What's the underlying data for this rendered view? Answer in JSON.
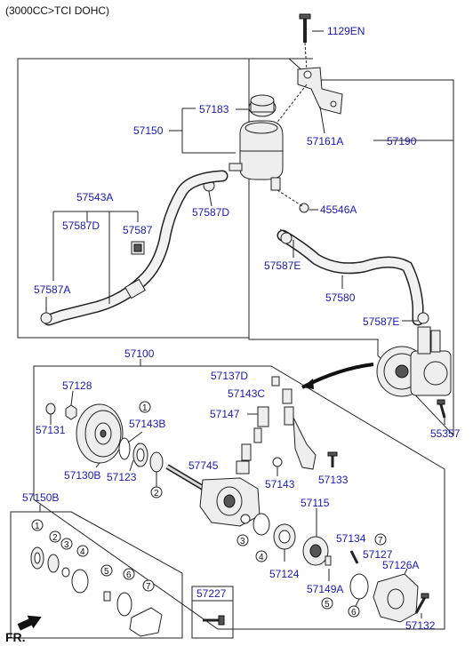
{
  "header": "(3000CC>TCI DOHC)",
  "direction": "FR.",
  "labels": {
    "p1129EN": "1129EN",
    "p57183": "57183",
    "p57150": "57150",
    "p57161A": "57161A",
    "p57190": "57190",
    "p57543A": "57543A",
    "p57587D_left": "57587D",
    "p57587_left": "57587",
    "p57587D_mid": "57587D",
    "p45546A": "45546A",
    "p57587E_top": "57587E",
    "p57587A": "57587A",
    "p57580": "57580",
    "p57587E_low": "57587E",
    "p57100": "57100",
    "p57128": "57128",
    "p57137D": "57137D",
    "p57143C": "57143C",
    "p57131": "57131",
    "p57143B": "57143B",
    "p57147": "57147",
    "p55357": "55357",
    "p57130B": "57130B",
    "p57123": "57123",
    "p57745": "57745",
    "p57143": "57143",
    "p57133": "57133",
    "p57150B": "57150B",
    "p57115": "57115",
    "p57134": "57134",
    "p57127": "57127",
    "p57126A": "57126A",
    "p57124": "57124",
    "p57149A": "57149A",
    "p57227": "57227",
    "p57132": "57132"
  },
  "callouts": {
    "c1_main": "1",
    "c2_main": "2",
    "c3_main": "3",
    "c4_main": "4",
    "c5_main": "5",
    "c6_main": "6",
    "c7_main": "7",
    "c1_kit": "1",
    "c2_kit": "2",
    "c3_kit": "3",
    "c4_kit": "4",
    "c5_kit": "5",
    "c6_kit": "6",
    "c7_kit": "7"
  }
}
